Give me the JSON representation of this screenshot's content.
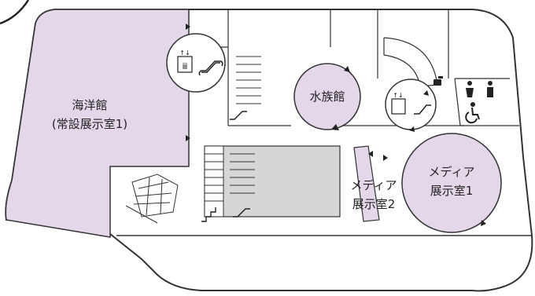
{
  "floor_map": {
    "rooms": {
      "marine_hall": {
        "line1": "海洋館",
        "line2": "(常設展示室1)"
      },
      "aquarium": {
        "label": "水族館"
      },
      "media_room_1": {
        "line1": "メディア",
        "line2": "展示室1"
      },
      "media_room_2": {
        "line1": "メディア",
        "line2": "展示室2"
      }
    }
  },
  "colors": {
    "exhibit_fill": "#e4d7ea",
    "outline": "#333333",
    "stair_fill": "#d6d6d6",
    "background": "#ffffff"
  },
  "icons": [
    "elevator-icon",
    "escalator-icon",
    "stairs-icon",
    "water-fountain-icon",
    "restroom-icon",
    "accessible-icon",
    "entrance-arrow-icon",
    "ship-model-icon"
  ]
}
